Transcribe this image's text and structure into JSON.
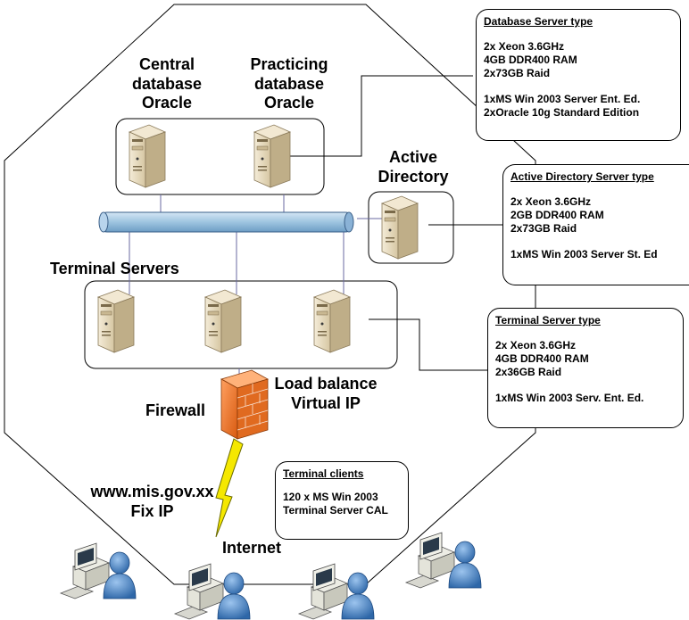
{
  "labels": {
    "central_db": [
      "Central",
      "database",
      "Oracle"
    ],
    "practicing_db": [
      "Practicing",
      "database",
      "Oracle"
    ],
    "active_directory": [
      "Active",
      "Directory"
    ],
    "terminal_servers": "Terminal Servers",
    "load_balance": [
      "Load balance",
      "Virtual IP"
    ],
    "firewall": "Firewall",
    "address": [
      "www.mis.gov.xx",
      "Fix IP"
    ],
    "internet": "Internet"
  },
  "boxes": {
    "database_server": {
      "title": "Database Server type",
      "lines_a": [
        "2x Xeon 3.6GHz",
        "4GB DDR400 RAM",
        "2x73GB Raid"
      ],
      "lines_b": [
        "1xMS Win 2003 Server Ent. Ed.",
        "2xOracle 10g Standard Edition"
      ]
    },
    "active_directory_server": {
      "title": "Active Directory Server type",
      "lines_a": [
        "2x Xeon 3.6GHz",
        "2GB DDR400 RAM",
        "2x73GB Raid"
      ],
      "lines_b": [
        "1xMS Win 2003 Server St. Ed"
      ]
    },
    "terminal_server": {
      "title": "Terminal Server type",
      "lines_a": [
        "2x Xeon 3.6GHz",
        "4GB DDR400 RAM",
        "2x36GB Raid"
      ],
      "lines_b": [
        "1xMS Win 2003 Serv. Ent. Ed."
      ]
    },
    "terminal_clients": {
      "title": "Terminal clients",
      "lines_a": [
        "120 x MS Win 2003",
        "Terminal Server CAL"
      ]
    }
  },
  "colors": {
    "server_body": "#e8dcc0",
    "server_side": "#b8a47e",
    "bus": "#9ec4e0",
    "firewall": "#f07a2a",
    "lightning": "#f5e800",
    "person": "#4a86c8"
  }
}
